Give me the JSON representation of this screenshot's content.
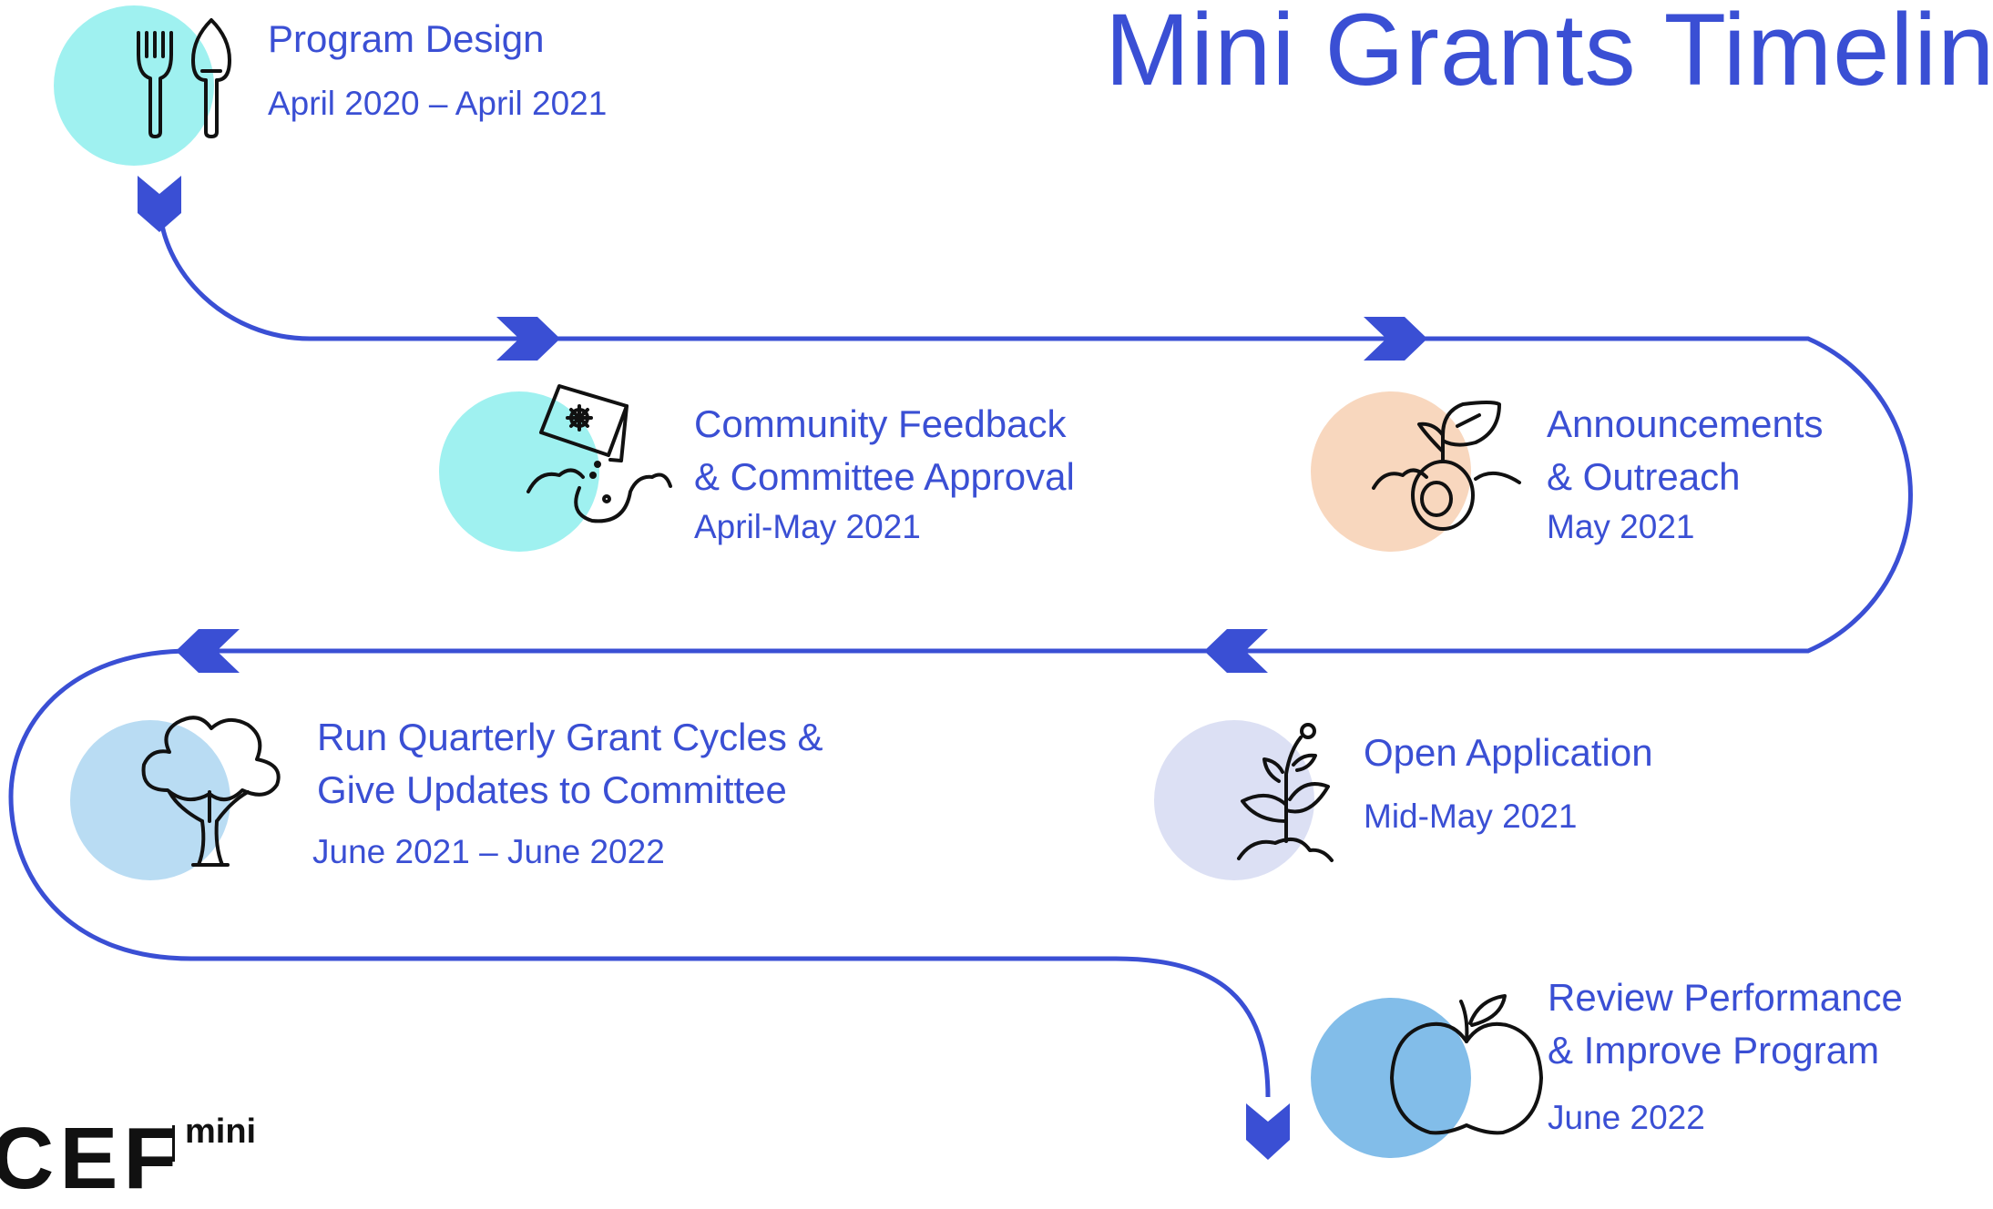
{
  "title": "Mini Grants Timeline",
  "colors": {
    "path": "#3a4fd4",
    "text": "#3a4fd4",
    "circle_design": "#9ff1f0",
    "circle_feedback": "#9ff1f0",
    "circle_announce": "#f8d7be",
    "circle_open": "#dce0f4",
    "circle_run": "#b9dcf3",
    "circle_review": "#82bde9"
  },
  "steps": [
    {
      "title_lines": [
        "Program Design"
      ],
      "date": "April 2020 – April 2021",
      "icon": "garden-tools-icon"
    },
    {
      "title_lines": [
        "Community Feedback",
        "& Committee Approval"
      ],
      "date": "April-May 2021",
      "icon": "seed-packet-icon"
    },
    {
      "title_lines": [
        "Announcements",
        "& Outreach"
      ],
      "date": "May 2021",
      "icon": "sprouting-seed-icon"
    },
    {
      "title_lines": [
        "Open Application"
      ],
      "date": "Mid-May 2021",
      "icon": "seedling-icon"
    },
    {
      "title_lines": [
        "Run Quarterly Grant Cycles &",
        "Give Updates to Committee"
      ],
      "date": "June 2021 – June 2022",
      "icon": "tree-icon"
    },
    {
      "title_lines": [
        "Review Performance",
        "& Improve Program"
      ],
      "date": "June 2022",
      "icon": "apple-icon"
    }
  ],
  "logo": {
    "text": "CEF",
    "small": "mini"
  }
}
